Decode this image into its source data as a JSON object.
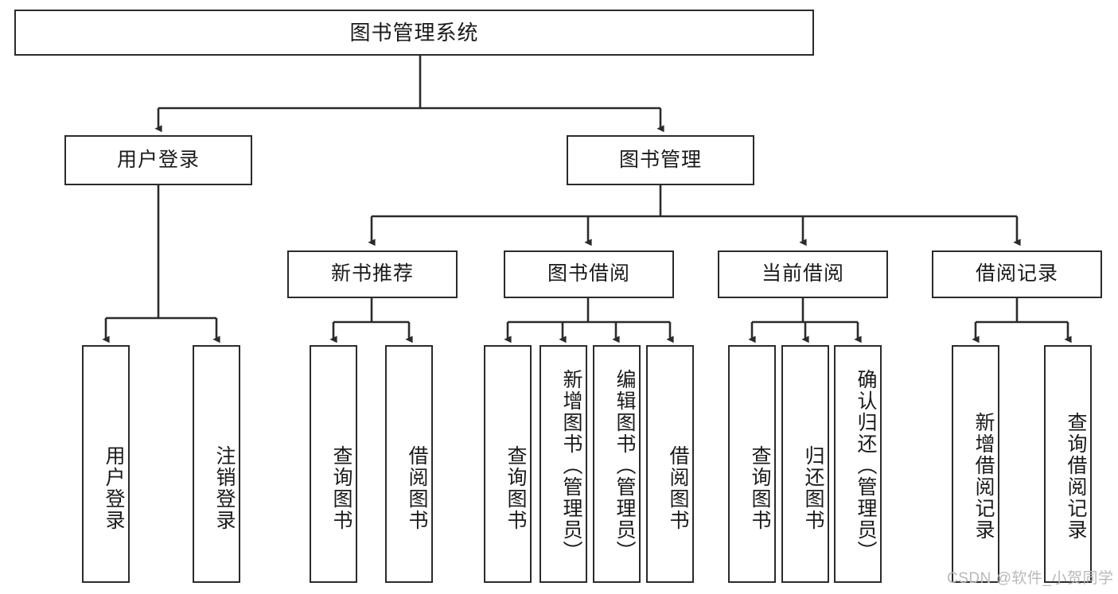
{
  "diagram": {
    "title": "图书管理系统",
    "root": {
      "id": "root",
      "label": "图书管理系统"
    },
    "level2": [
      {
        "id": "user-login",
        "label": "用户登录"
      },
      {
        "id": "book-manage",
        "label": "图书管理"
      }
    ],
    "level3": [
      {
        "id": "new-book-recommend",
        "label": "新书推荐"
      },
      {
        "id": "book-borrow",
        "label": "图书借阅"
      },
      {
        "id": "current-borrow",
        "label": "当前借阅"
      },
      {
        "id": "borrow-record",
        "label": "借阅记录"
      }
    ],
    "leaves": {
      "user_login": [
        {
          "id": "leaf-user-login",
          "label": "用户登录"
        },
        {
          "id": "leaf-logout-login",
          "label": "注销登录"
        }
      ],
      "new_book_recommend": [
        {
          "id": "leaf-query-book-1",
          "label": "查询图书"
        },
        {
          "id": "leaf-borrow-book-1",
          "label": "借阅图书"
        }
      ],
      "book_borrow": [
        {
          "id": "leaf-query-book-2",
          "label": "查询图书"
        },
        {
          "id": "leaf-add-book-admin",
          "label": "新增图书（管理员）"
        },
        {
          "id": "leaf-edit-book-admin",
          "label": "编辑图书（管理员）"
        },
        {
          "id": "leaf-borrow-book-2",
          "label": "借阅图书"
        }
      ],
      "current_borrow": [
        {
          "id": "leaf-query-book-3",
          "label": "查询图书"
        },
        {
          "id": "leaf-return-book",
          "label": "归还图书"
        },
        {
          "id": "leaf-confirm-return-admin",
          "label": "确认归还（管理员）"
        }
      ],
      "borrow_record": [
        {
          "id": "leaf-add-borrow-record",
          "label": "新增借阅记录"
        },
        {
          "id": "leaf-query-borrow-record",
          "label": "查询借阅记录"
        }
      ]
    }
  },
  "watermark": {
    "text": "CSDN @软件_小贺同学"
  },
  "colors": {
    "stroke": "#2b2b2b",
    "box_fill": "#ffffff",
    "text": "#1a1a1a",
    "watermark": "#b9b9b9",
    "background": "#ffffff"
  }
}
